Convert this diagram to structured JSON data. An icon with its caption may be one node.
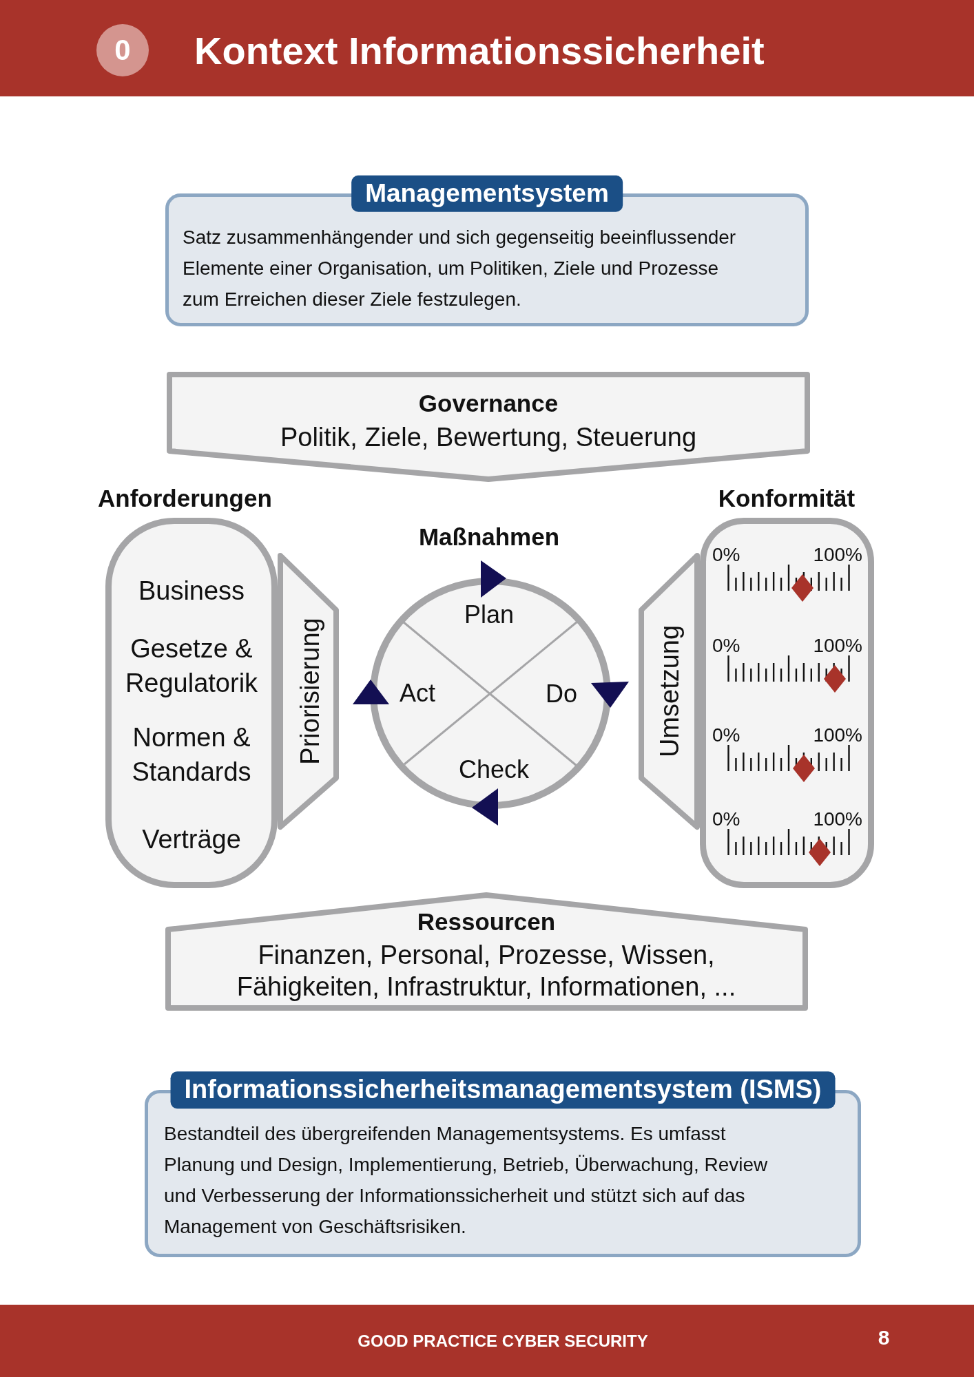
{
  "diagram": {
    "title": "Kontext Informationssicherheit",
    "nodes": [
      {
        "text": [
          "Managementsystem",
          "Satz zusammenhängender und sich gegenseitig beeinflussender Elemente einer Organisation, um Politiken, Ziele und Prozesse zum Erreichen dieser Ziele festzulegen."
        ]
      },
      {
        "text": [
          "Governance",
          "Politik, Ziele, Bewertung, Steuerung"
        ]
      },
      {
        "text": [
          "Anforderungen",
          "Business",
          "Gesetze & Regulatorik",
          "Normen & Standards",
          "Verträge"
        ]
      },
      {
        "text": [
          "Priorisierung"
        ]
      },
      {
        "text": [
          "Maßnahmen"
        ]
      },
      {
        "text": [
          "Plan"
        ],
        "in": 4
      },
      {
        "text": [
          "Act"
        ],
        "in": 4
      },
      {
        "text": [
          "Do"
        ],
        "in": 4
      },
      {
        "text": [
          "Check"
        ],
        "in": 4
      },
      {
        "text": [
          "Umsetzung"
        ]
      },
      {
        "text": [
          "Konformität",
          "0%",
          "100%",
          "0%",
          "100%",
          "0%",
          "100%",
          "0%",
          "100%"
        ]
      },
      {
        "text": [
          "Ressourcen",
          "Finanzen, Personal, Prozesse, Wissen, Fähigkeiten, Infrastruktur, Informationen, ..."
        ]
      },
      {
        "text": [
          "Informationssicherheitsmanagementsystem (ISMS)",
          "Bestandteil des übergreifenden Managementsystems. Es umfasst Planung und Design, Implementierung, Betrieb, Überwachung, Review und Verbesserung der Informationssicherheit und stützt sich auf das Management von Geschäftsrisiken."
        ]
      }
    ],
    "labels": [
      "0",
      "GOOD PRACTICE CYBER SECURITY",
      "8"
    ]
  }
}
